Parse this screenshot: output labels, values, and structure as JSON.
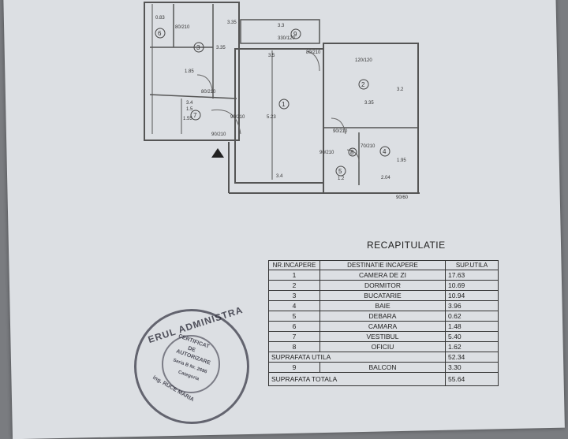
{
  "plan": {
    "room_numbers": [
      "1",
      "2",
      "3",
      "4",
      "5",
      "6",
      "7",
      "8",
      "9"
    ],
    "dimensions": [
      "0.83",
      "1.5",
      "3.35",
      "1.85",
      "3.4",
      "1.55",
      "3.35",
      "3.3",
      "3.5",
      "5.23",
      "3.35",
      "3.2",
      "3.4",
      "2.04",
      "1.95",
      "1.2"
    ],
    "door_labels": [
      "80/210",
      "80/210",
      "90/210",
      "90/210",
      "90/210",
      "90/210",
      "70/210",
      "120/120",
      "330/120",
      "80/210",
      "90/60"
    ]
  },
  "recap": {
    "title": "RECAPITULATIE",
    "headers": [
      "NR.INCAPERE",
      "DESTINATIE INCAPERE",
      "SUP.UTILA"
    ],
    "rows": [
      {
        "nr": "1",
        "dest": "CAMERA DE ZI",
        "sup": "17.63"
      },
      {
        "nr": "2",
        "dest": "DORMITOR",
        "sup": "10.69"
      },
      {
        "nr": "3",
        "dest": "BUCATARIE",
        "sup": "10.94"
      },
      {
        "nr": "4",
        "dest": "BAIE",
        "sup": "3.96"
      },
      {
        "nr": "5",
        "dest": "DEBARA",
        "sup": "0.62"
      },
      {
        "nr": "6",
        "dest": "CAMARA",
        "sup": "1.48"
      },
      {
        "nr": "7",
        "dest": "VESTIBUL",
        "sup": "5.40"
      },
      {
        "nr": "8",
        "dest": "OFICIU",
        "sup": "1.62"
      }
    ],
    "utila_label": "SUPRAFATA UTILA",
    "utila_value": "52.34",
    "balcon": {
      "nr": "9",
      "dest": "BALCON",
      "sup": "3.30"
    },
    "totala_label": "SUPRAFATA TOTALA",
    "totala_value": "55.64"
  },
  "stamp": {
    "ring_text": "ERUL ADMINISTRA",
    "line1": "CERTIFICAT",
    "line2": "DE",
    "line3": "AUTORIZARE",
    "line4": "Seria B Nr. 2696",
    "line5": "Categoria",
    "line6": "ing. RUCE MARIA"
  }
}
